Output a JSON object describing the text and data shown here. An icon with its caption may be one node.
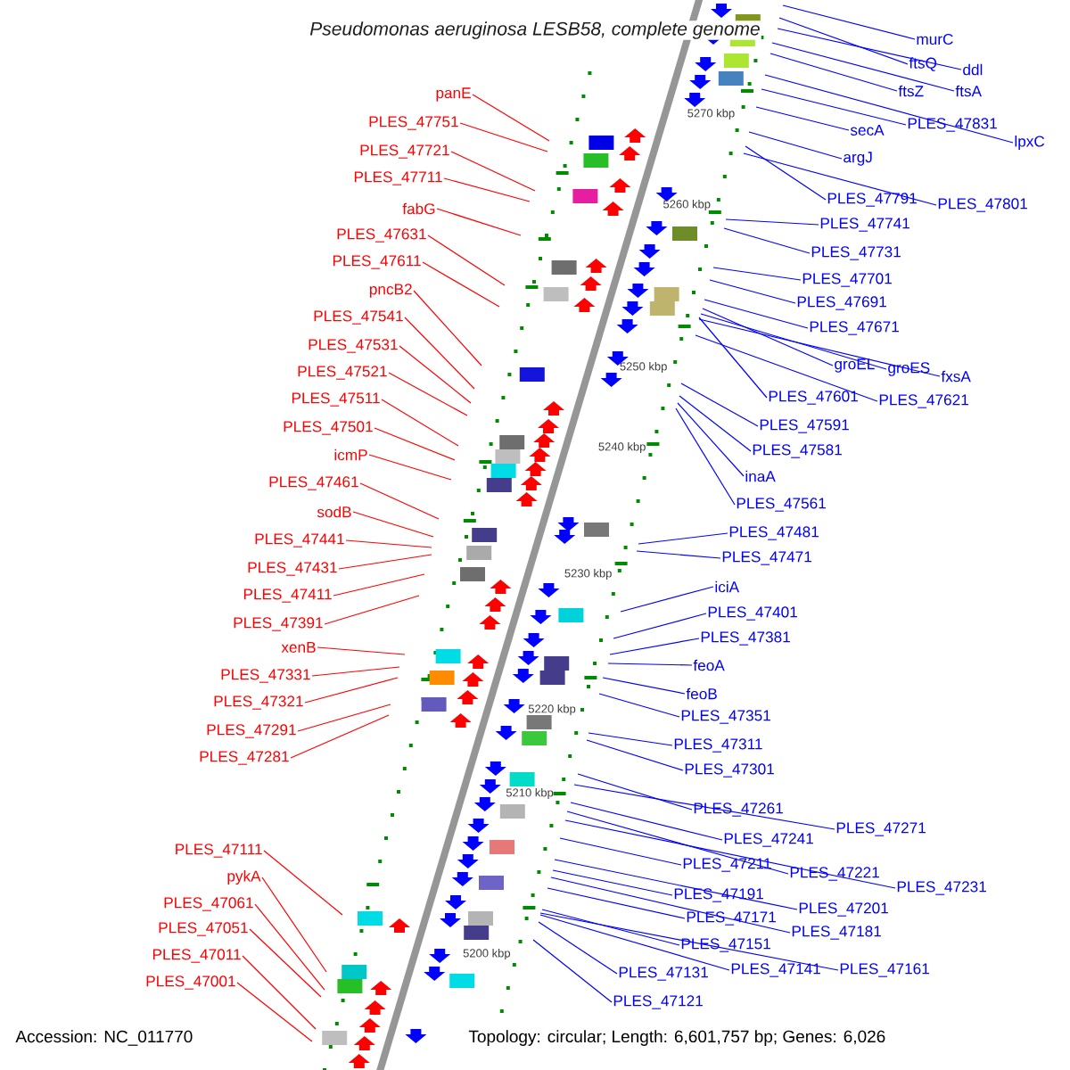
{
  "diagram": {
    "title": "Pseudomonas aeruginosa LESB58, complete genome",
    "nodes": [
      {
        "text": [
          "panE"
        ]
      },
      {
        "text": [
          "PLES_47751"
        ]
      },
      {
        "text": [
          "PLES_47721"
        ]
      },
      {
        "text": [
          "PLES_47711"
        ]
      },
      {
        "text": [
          "fabG"
        ]
      },
      {
        "text": [
          "PLES_47631"
        ]
      },
      {
        "text": [
          "PLES_47611"
        ]
      },
      {
        "text": [
          "pncB2"
        ]
      },
      {
        "text": [
          "PLES_47541"
        ]
      },
      {
        "text": [
          "PLES_47531"
        ]
      },
      {
        "text": [
          "PLES_47521"
        ]
      },
      {
        "text": [
          "PLES_47511"
        ]
      },
      {
        "text": [
          "PLES_47501"
        ]
      },
      {
        "text": [
          "icmP"
        ]
      },
      {
        "text": [
          "PLES_47461"
        ]
      },
      {
        "text": [
          "sodB"
        ]
      },
      {
        "text": [
          "PLES_47441"
        ]
      },
      {
        "text": [
          "PLES_47431"
        ]
      },
      {
        "text": [
          "PLES_47411"
        ]
      },
      {
        "text": [
          "PLES_47391"
        ]
      },
      {
        "text": [
          "xenB"
        ]
      },
      {
        "text": [
          "PLES_47331"
        ]
      },
      {
        "text": [
          "PLES_47321"
        ]
      },
      {
        "text": [
          "PLES_47291"
        ]
      },
      {
        "text": [
          "PLES_47281"
        ]
      },
      {
        "text": [
          "PLES_47111"
        ]
      },
      {
        "text": [
          "pykA"
        ]
      },
      {
        "text": [
          "PLES_47061"
        ]
      },
      {
        "text": [
          "PLES_47051"
        ]
      },
      {
        "text": [
          "PLES_47011"
        ]
      },
      {
        "text": [
          "PLES_47001"
        ]
      },
      {
        "text": [
          "murC"
        ]
      },
      {
        "text": [
          "ftsQ"
        ]
      },
      {
        "text": [
          "ddl"
        ]
      },
      {
        "text": [
          "ftsZ"
        ]
      },
      {
        "text": [
          "ftsA"
        ]
      },
      {
        "text": [
          "secA"
        ]
      },
      {
        "text": [
          "PLES_47831"
        ]
      },
      {
        "text": [
          "lpxC"
        ]
      },
      {
        "text": [
          "argJ"
        ]
      },
      {
        "text": [
          "PLES_47791"
        ]
      },
      {
        "text": [
          "PLES_47801"
        ]
      },
      {
        "text": [
          "PLES_47741"
        ]
      },
      {
        "text": [
          "PLES_47731"
        ]
      },
      {
        "text": [
          "PLES_47701"
        ]
      },
      {
        "text": [
          "PLES_47691"
        ]
      },
      {
        "text": [
          "PLES_47671"
        ]
      },
      {
        "text": [
          "groEL"
        ]
      },
      {
        "text": [
          "groES"
        ]
      },
      {
        "text": [
          "fxsA"
        ]
      },
      {
        "text": [
          "PLES_47601"
        ]
      },
      {
        "text": [
          "PLES_47621"
        ]
      },
      {
        "text": [
          "PLES_47591"
        ]
      },
      {
        "text": [
          "PLES_47581"
        ]
      },
      {
        "text": [
          "inaA"
        ]
      },
      {
        "text": [
          "PLES_47561"
        ]
      },
      {
        "text": [
          "PLES_47481"
        ]
      },
      {
        "text": [
          "PLES_47471"
        ]
      },
      {
        "text": [
          "iciA"
        ]
      },
      {
        "text": [
          "PLES_47401"
        ]
      },
      {
        "text": [
          "PLES_47381"
        ]
      },
      {
        "text": [
          "feoA"
        ]
      },
      {
        "text": [
          "feoB"
        ]
      },
      {
        "text": [
          "PLES_47351"
        ]
      },
      {
        "text": [
          "PLES_47311"
        ]
      },
      {
        "text": [
          "PLES_47301"
        ]
      },
      {
        "text": [
          "PLES_47261"
        ]
      },
      {
        "text": [
          "PLES_47271"
        ]
      },
      {
        "text": [
          "PLES_47241"
        ]
      },
      {
        "text": [
          "PLES_47211"
        ]
      },
      {
        "text": [
          "PLES_47221"
        ]
      },
      {
        "text": [
          "PLES_47231"
        ]
      },
      {
        "text": [
          "PLES_47191"
        ]
      },
      {
        "text": [
          "PLES_47201"
        ]
      },
      {
        "text": [
          "PLES_47171"
        ]
      },
      {
        "text": [
          "PLES_47181"
        ]
      },
      {
        "text": [
          "PLES_47151"
        ]
      },
      {
        "text": [
          "PLES_47131"
        ]
      },
      {
        "text": [
          "PLES_47141"
        ]
      },
      {
        "text": [
          "PLES_47161"
        ]
      },
      {
        "text": [
          "PLES_47121"
        ]
      }
    ],
    "edges": [
      {
        "from": 0,
        "to": null,
        "arrow": "none",
        "color": "#ff0000"
      },
      {
        "from": 1,
        "to": null,
        "arrow": "none",
        "color": "#ff0000"
      },
      {
        "from": 2,
        "to": null,
        "arrow": "none",
        "color": "#ff0000"
      },
      {
        "from": 3,
        "to": null,
        "arrow": "none",
        "color": "#ff0000"
      },
      {
        "from": 4,
        "to": null,
        "arrow": "none",
        "color": "#ff0000"
      },
      {
        "from": 5,
        "to": null,
        "arrow": "none",
        "color": "#ff0000"
      },
      {
        "from": 6,
        "to": null,
        "arrow": "none",
        "color": "#ff0000"
      },
      {
        "from": 7,
        "to": null,
        "arrow": "none",
        "color": "#ff0000"
      },
      {
        "from": 8,
        "to": null,
        "arrow": "none",
        "color": "#ff0000"
      },
      {
        "from": 9,
        "to": null,
        "arrow": "none",
        "color": "#ff0000"
      },
      {
        "from": 10,
        "to": null,
        "arrow": "none",
        "color": "#ff0000"
      },
      {
        "from": 11,
        "to": null,
        "arrow": "none",
        "color": "#ff0000"
      },
      {
        "from": 12,
        "to": null,
        "arrow": "none",
        "color": "#ff0000"
      },
      {
        "from": 13,
        "to": null,
        "arrow": "none",
        "color": "#ff0000"
      },
      {
        "from": 14,
        "to": null,
        "arrow": "none",
        "color": "#ff0000"
      },
      {
        "from": 15,
        "to": null,
        "arrow": "none",
        "color": "#ff0000"
      },
      {
        "from": 16,
        "to": null,
        "arrow": "none",
        "color": "#ff0000"
      },
      {
        "from": 17,
        "to": null,
        "arrow": "none",
        "color": "#ff0000"
      },
      {
        "from": 18,
        "to": null,
        "arrow": "none",
        "color": "#ff0000"
      },
      {
        "from": 19,
        "to": null,
        "arrow": "none",
        "color": "#ff0000"
      },
      {
        "from": 20,
        "to": null,
        "arrow": "none",
        "color": "#ff0000"
      },
      {
        "from": 21,
        "to": null,
        "arrow": "none",
        "color": "#ff0000"
      },
      {
        "from": 22,
        "to": null,
        "arrow": "none",
        "color": "#ff0000"
      },
      {
        "from": 23,
        "to": null,
        "arrow": "none",
        "color": "#ff0000"
      },
      {
        "from": 24,
        "to": null,
        "arrow": "none",
        "color": "#ff0000"
      },
      {
        "from": 25,
        "to": null,
        "arrow": "none",
        "color": "#ff0000"
      },
      {
        "from": 26,
        "to": null,
        "arrow": "none",
        "color": "#ff0000"
      },
      {
        "from": 27,
        "to": null,
        "arrow": "none",
        "color": "#ff0000"
      },
      {
        "from": 28,
        "to": null,
        "arrow": "none",
        "color": "#ff0000"
      },
      {
        "from": 29,
        "to": null,
        "arrow": "none",
        "color": "#ff0000"
      },
      {
        "from": 30,
        "to": null,
        "arrow": "none",
        "color": "#ff0000"
      },
      {
        "from": 31,
        "to": null,
        "arrow": "none"
      },
      {
        "from": 32,
        "to": null,
        "arrow": "none"
      },
      {
        "from": 33,
        "to": null,
        "arrow": "none"
      },
      {
        "from": 34,
        "to": null,
        "arrow": "none"
      },
      {
        "from": 35,
        "to": null,
        "arrow": "none"
      },
      {
        "from": 36,
        "to": null,
        "arrow": "none"
      },
      {
        "from": 37,
        "to": null,
        "arrow": "none"
      },
      {
        "from": 38,
        "to": null,
        "arrow": "none"
      },
      {
        "from": 39,
        "to": null,
        "arrow": "none"
      },
      {
        "from": 40,
        "to": null,
        "arrow": "none"
      },
      {
        "from": 41,
        "to": null,
        "arrow": "none"
      },
      {
        "from": 42,
        "to": null,
        "arrow": "none"
      },
      {
        "from": 43,
        "to": null,
        "arrow": "none"
      },
      {
        "from": 44,
        "to": null,
        "arrow": "none"
      },
      {
        "from": 45,
        "to": null,
        "arrow": "none"
      },
      {
        "from": 46,
        "to": null,
        "arrow": "none"
      },
      {
        "from": 47,
        "to": null,
        "arrow": "none"
      },
      {
        "from": 48,
        "to": null,
        "arrow": "none"
      },
      {
        "from": 49,
        "to": null,
        "arrow": "none"
      },
      {
        "from": 50,
        "to": null,
        "arrow": "none"
      },
      {
        "from": 51,
        "to": null,
        "arrow": "none"
      },
      {
        "from": 52,
        "to": null,
        "arrow": "none"
      },
      {
        "from": 53,
        "to": null,
        "arrow": "none"
      },
      {
        "from": 54,
        "to": null,
        "arrow": "none"
      },
      {
        "from": 55,
        "to": null,
        "arrow": "none"
      },
      {
        "from": 56,
        "to": null,
        "arrow": "none"
      },
      {
        "from": 57,
        "to": null,
        "arrow": "none"
      },
      {
        "from": 58,
        "to": null,
        "arrow": "none"
      },
      {
        "from": 59,
        "to": null,
        "arrow": "none"
      },
      {
        "from": 60,
        "to": null,
        "arrow": "none"
      },
      {
        "from": 61,
        "to": null,
        "arrow": "none"
      },
      {
        "from": 62,
        "to": null,
        "arrow": "none"
      },
      {
        "from": 63,
        "to": null,
        "arrow": "none"
      },
      {
        "from": 64,
        "to": null,
        "arrow": "none"
      },
      {
        "from": 65,
        "to": null,
        "arrow": "none"
      },
      {
        "from": 66,
        "to": null,
        "arrow": "none"
      },
      {
        "from": 67,
        "to": null,
        "arrow": "none"
      },
      {
        "from": 68,
        "to": null,
        "arrow": "none"
      },
      {
        "from": 69,
        "to": null,
        "arrow": "none"
      },
      {
        "from": 70,
        "to": null,
        "arrow": "none"
      },
      {
        "from": 71,
        "to": null,
        "arrow": "none"
      },
      {
        "from": 72,
        "to": null,
        "arrow": "none"
      },
      {
        "from": 73,
        "to": null,
        "arrow": "none"
      },
      {
        "from": 74,
        "to": null,
        "arrow": "none"
      },
      {
        "from": 75,
        "to": null,
        "arrow": "none"
      },
      {
        "from": 76,
        "to": null,
        "arrow": "none"
      },
      {
        "from": 77,
        "to": null,
        "arrow": "none"
      },
      {
        "from": 78,
        "to": null,
        "arrow": "none"
      },
      {
        "from": 79,
        "to": null,
        "arrow": "none"
      },
      {
        "from": 80,
        "to": null,
        "arrow": "none"
      }
    ],
    "labels": [
      "5270 kbp",
      "5260 kbp",
      "5250 kbp",
      "5240 kbp",
      "5230 kbp",
      "5220 kbp",
      "5210 kbp",
      "5200 kbp",
      "Accession: NC_011770",
      "Topology: circular; Length: 6,601,757 bp; Genes: 6,026"
    ]
  }
}
